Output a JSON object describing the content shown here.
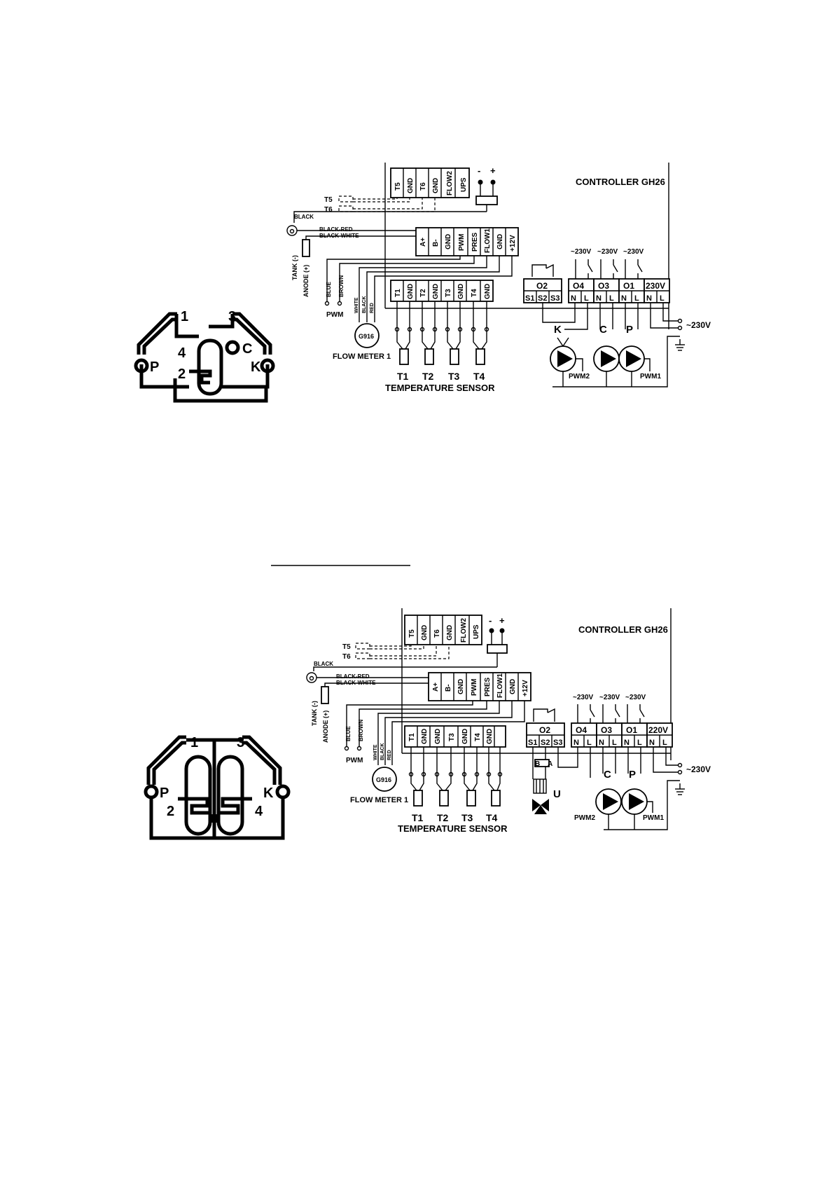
{
  "diagram1": {
    "controller_title": "CONTROLLER GH26",
    "top_terminals": [
      "T5",
      "GND",
      "T6",
      "GND",
      "FLOW2",
      "UPS"
    ],
    "pin_minus": "-",
    "pin_plus": "+",
    "sensor_t5": "T5",
    "sensor_t6": "T6",
    "wire_black": "BLACK",
    "wire_black_red": "BLACK-RED",
    "wire_black_white": "BLACK-WHITE",
    "tank_label": "TANK (-)",
    "anode_label": "ANODE (+)",
    "wire_blue": "BLUE",
    "wire_brown": "BROWN",
    "pwm_label": "PWM",
    "wire_white": "WHITE",
    "wire_red": "RED",
    "flowmeter_code": "G916",
    "flowmeter_label": "FLOW METER 1",
    "mid_terminals": [
      "A+",
      "B-",
      "GND",
      "PWM",
      "PRES",
      "FLOW1",
      "GND",
      "+12V"
    ],
    "bottom_terminals": [
      "T1",
      "GND",
      "T2",
      "GND",
      "T3",
      "GND",
      "T4",
      "GND"
    ],
    "sensor_labels": [
      "T1",
      "T2",
      "T3",
      "T4"
    ],
    "temp_sensor_label": "TEMPERATURE SENSOR",
    "voltage_labels": [
      "~230V",
      "~230V",
      "~230V"
    ],
    "output_groups": [
      "O2",
      "O4",
      "O3",
      "O1",
      "230V"
    ],
    "o2_pins": [
      "S1",
      "S2",
      "S3"
    ],
    "nl_pins": [
      "N",
      "L"
    ],
    "pump_letters": [
      "K",
      "C",
      "P"
    ],
    "pwm2": "PWM2",
    "pwm1": "PWM1",
    "mains": "~230V",
    "scheme_numbers": [
      "1",
      "3",
      "4",
      "2"
    ],
    "scheme_letters": [
      "P",
      "C",
      "K"
    ]
  },
  "diagram2": {
    "controller_title": "CONTROLLER GH26",
    "top_terminals": [
      "T5",
      "GND",
      "T6",
      "GND",
      "FLOW2",
      "UPS"
    ],
    "pin_minus": "-",
    "pin_plus": "+",
    "sensor_t5": "T5",
    "sensor_t6": "T6",
    "wire_black": "BLACK",
    "wire_black_red": "BLACK-RED",
    "wire_black_white": "BLACK-WHITE",
    "tank_label": "TANK (-)",
    "anode_label": "ANODE (+)",
    "wire_blue": "BLUE",
    "wire_brown": "BROWN",
    "pwm_label": "PWM",
    "wire_white": "WHITE",
    "wire_black_v": "BLACK",
    "wire_red": "RED",
    "flowmeter_code": "G916",
    "flowmeter_label": "FLOW METER 1",
    "mid_terminals": [
      "A+",
      "B-",
      "GND",
      "PWM",
      "PRES",
      "FLOW1",
      "GND",
      "+12V"
    ],
    "bottom_terminals": [
      "T1",
      "GND",
      "GND",
      "T3",
      "GND",
      "T4",
      "GND"
    ],
    "sensor_labels": [
      "T1",
      "T2",
      "T3",
      "T4"
    ],
    "temp_sensor_label": "TEMPERATURE SENSOR",
    "voltage_labels": [
      "~230V",
      "~230V",
      "~230V"
    ],
    "output_groups": [
      "O2",
      "O4",
      "O3",
      "O1",
      "220V"
    ],
    "o2_pins": [
      "S1",
      "S2",
      "S3"
    ],
    "nl_pins": [
      "N",
      "L"
    ],
    "valve_pins": [
      "B",
      "A"
    ],
    "valve_letter": "U",
    "pump_letters": [
      "C",
      "P"
    ],
    "pwm2": "PWM2",
    "pwm1": "PWM1",
    "mains": "~230V",
    "scheme_numbers": [
      "1",
      "3",
      "2",
      "4"
    ],
    "scheme_letters": [
      "P",
      "K"
    ]
  }
}
